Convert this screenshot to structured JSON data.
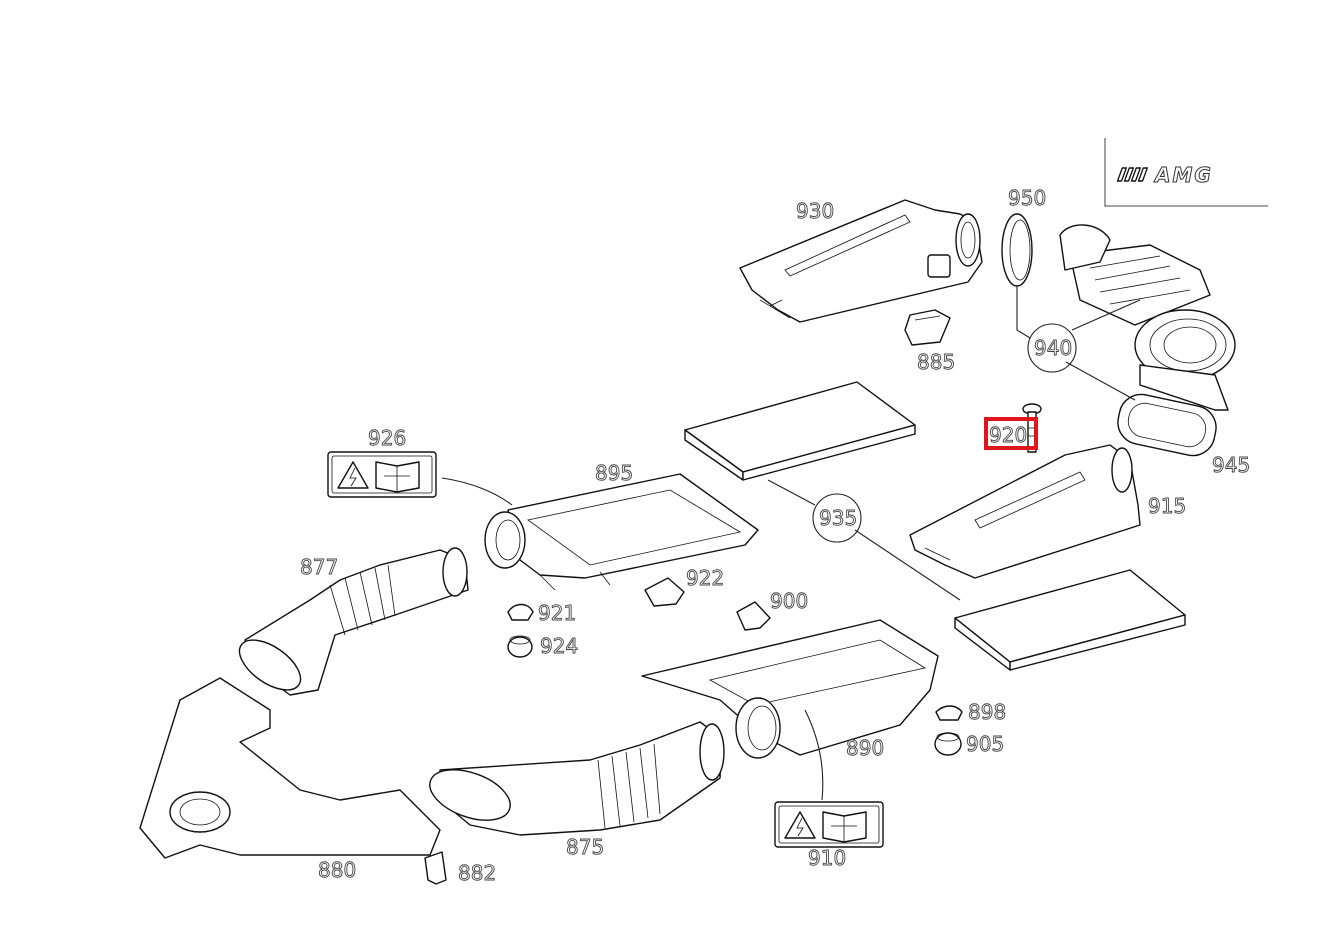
{
  "diagram": {
    "brand_logo": "AMG",
    "highlight_color": "#e0141c",
    "highlighted_part": "920",
    "labels": {
      "930": "930",
      "950": "950",
      "885": "885",
      "940": "940",
      "945": "945",
      "920": "920",
      "915": "915",
      "935": "935",
      "926": "926",
      "895": "895",
      "877": "877",
      "922": "922",
      "921": "921",
      "924": "924",
      "900": "900",
      "898": "898",
      "905": "905",
      "890": "890",
      "875": "875",
      "910": "910",
      "880": "880",
      "882": "882"
    },
    "icons": [
      "warning-electrical-icon",
      "manual-wrench-icon"
    ]
  }
}
